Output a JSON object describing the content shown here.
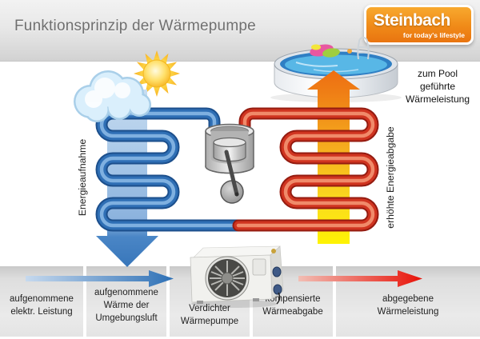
{
  "title": "Funktionsprinzip der Wärmepumpe",
  "logo": {
    "brand": "Steinbach",
    "tagline": "for today's lifestyle"
  },
  "diagram": {
    "left_vertical_label": "Energieaufnahme",
    "right_vertical_label": "erhöhte Energieabgabe",
    "pool_label_lines": [
      "zum Pool",
      "geführte",
      "Wärmeleistung"
    ],
    "icons": [
      "sun-icon",
      "cloud-icon",
      "pool-illustration",
      "compressor-piston-illustration",
      "heat-pump-unit-illustration",
      "energy-intake-down-arrow",
      "energy-output-up-arrow"
    ]
  },
  "panels": [
    {
      "lines": [
        "aufgenommene",
        "elektr. Leistung"
      ]
    },
    {
      "lines": [
        "aufgenommene",
        "Wärme der",
        "Umgebungsluft"
      ]
    },
    {
      "lines": [
        "Verdichter",
        "Wärmepumpe"
      ]
    },
    {
      "lines": [
        "kompensierte",
        "Wärmeabgabe"
      ]
    },
    {
      "lines": [
        "abgegebene",
        "Wärmeleistung"
      ]
    }
  ],
  "colors": {
    "pipe_cold": "#2f6fb5",
    "pipe_hot": "#d03420",
    "intake_arrow_light": "#a3c4e6",
    "intake_arrow_dark": "#3876ba",
    "output_arrow_top": "#ee6e12",
    "output_arrow_bottom": "#fef303",
    "logo_orange": "#f08a18",
    "panel_gray": "#dedede",
    "title_gray": "#6f6f6f"
  }
}
